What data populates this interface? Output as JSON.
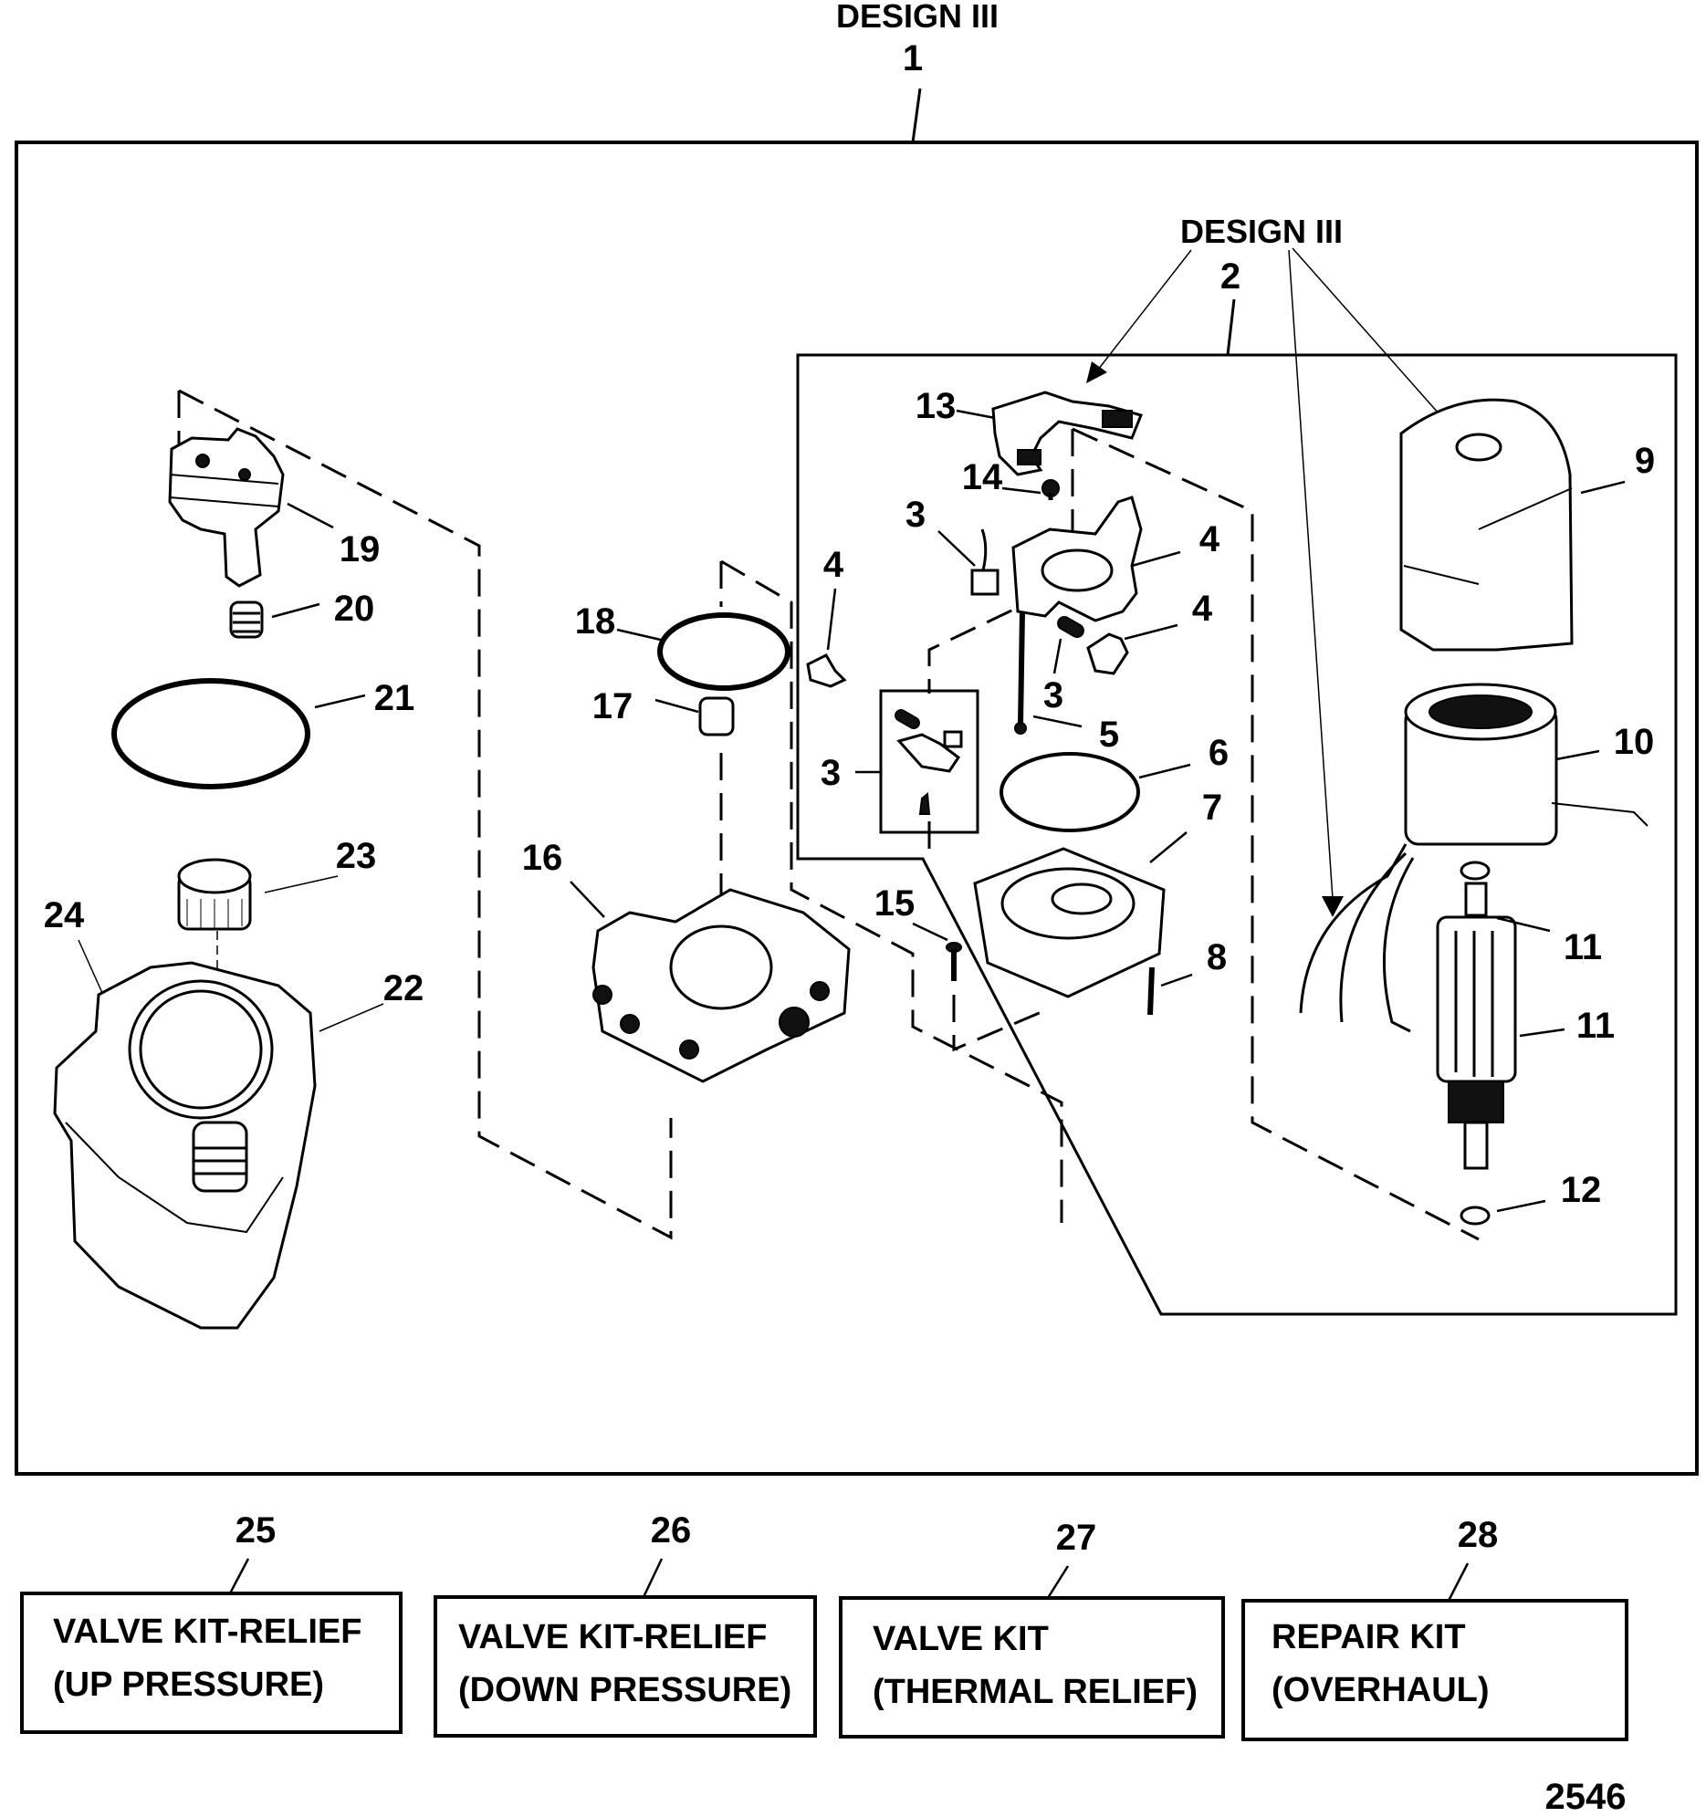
{
  "diagram": {
    "title": "DESIGN III",
    "title_callout": "1",
    "sub_assembly_label": "DESIGN III",
    "sub_assembly_callout": "2",
    "figure_number": "2546",
    "callouts": [
      {
        "id": "c3a",
        "text": "3"
      },
      {
        "id": "c3b",
        "text": "3"
      },
      {
        "id": "c3c",
        "text": "3"
      },
      {
        "id": "c4a",
        "text": "4"
      },
      {
        "id": "c4b",
        "text": "4"
      },
      {
        "id": "c4c",
        "text": "4"
      },
      {
        "id": "c5",
        "text": "5"
      },
      {
        "id": "c6",
        "text": "6"
      },
      {
        "id": "c7",
        "text": "7"
      },
      {
        "id": "c8",
        "text": "8"
      },
      {
        "id": "c9",
        "text": "9"
      },
      {
        "id": "c10",
        "text": "10"
      },
      {
        "id": "c11a",
        "text": "11"
      },
      {
        "id": "c11b",
        "text": "11"
      },
      {
        "id": "c12",
        "text": "12"
      },
      {
        "id": "c13",
        "text": "13"
      },
      {
        "id": "c14",
        "text": "14"
      },
      {
        "id": "c15",
        "text": "15"
      },
      {
        "id": "c16",
        "text": "16"
      },
      {
        "id": "c17",
        "text": "17"
      },
      {
        "id": "c18",
        "text": "18"
      },
      {
        "id": "c19",
        "text": "19"
      },
      {
        "id": "c20",
        "text": "20"
      },
      {
        "id": "c21",
        "text": "21"
      },
      {
        "id": "c22",
        "text": "22"
      },
      {
        "id": "c23",
        "text": "23"
      },
      {
        "id": "c24",
        "text": "24"
      }
    ],
    "kits": [
      {
        "number": "25",
        "line1": "VALVE KIT-RELIEF",
        "line2": "(UP PRESSURE)"
      },
      {
        "number": "26",
        "line1": "VALVE KIT-RELIEF",
        "line2": "(DOWN PRESSURE)"
      },
      {
        "number": "27",
        "line1": "VALVE KIT",
        "line2": "(THERMAL RELIEF)"
      },
      {
        "number": "28",
        "line1": "REPAIR KIT",
        "line2": "(OVERHAUL)"
      }
    ]
  }
}
